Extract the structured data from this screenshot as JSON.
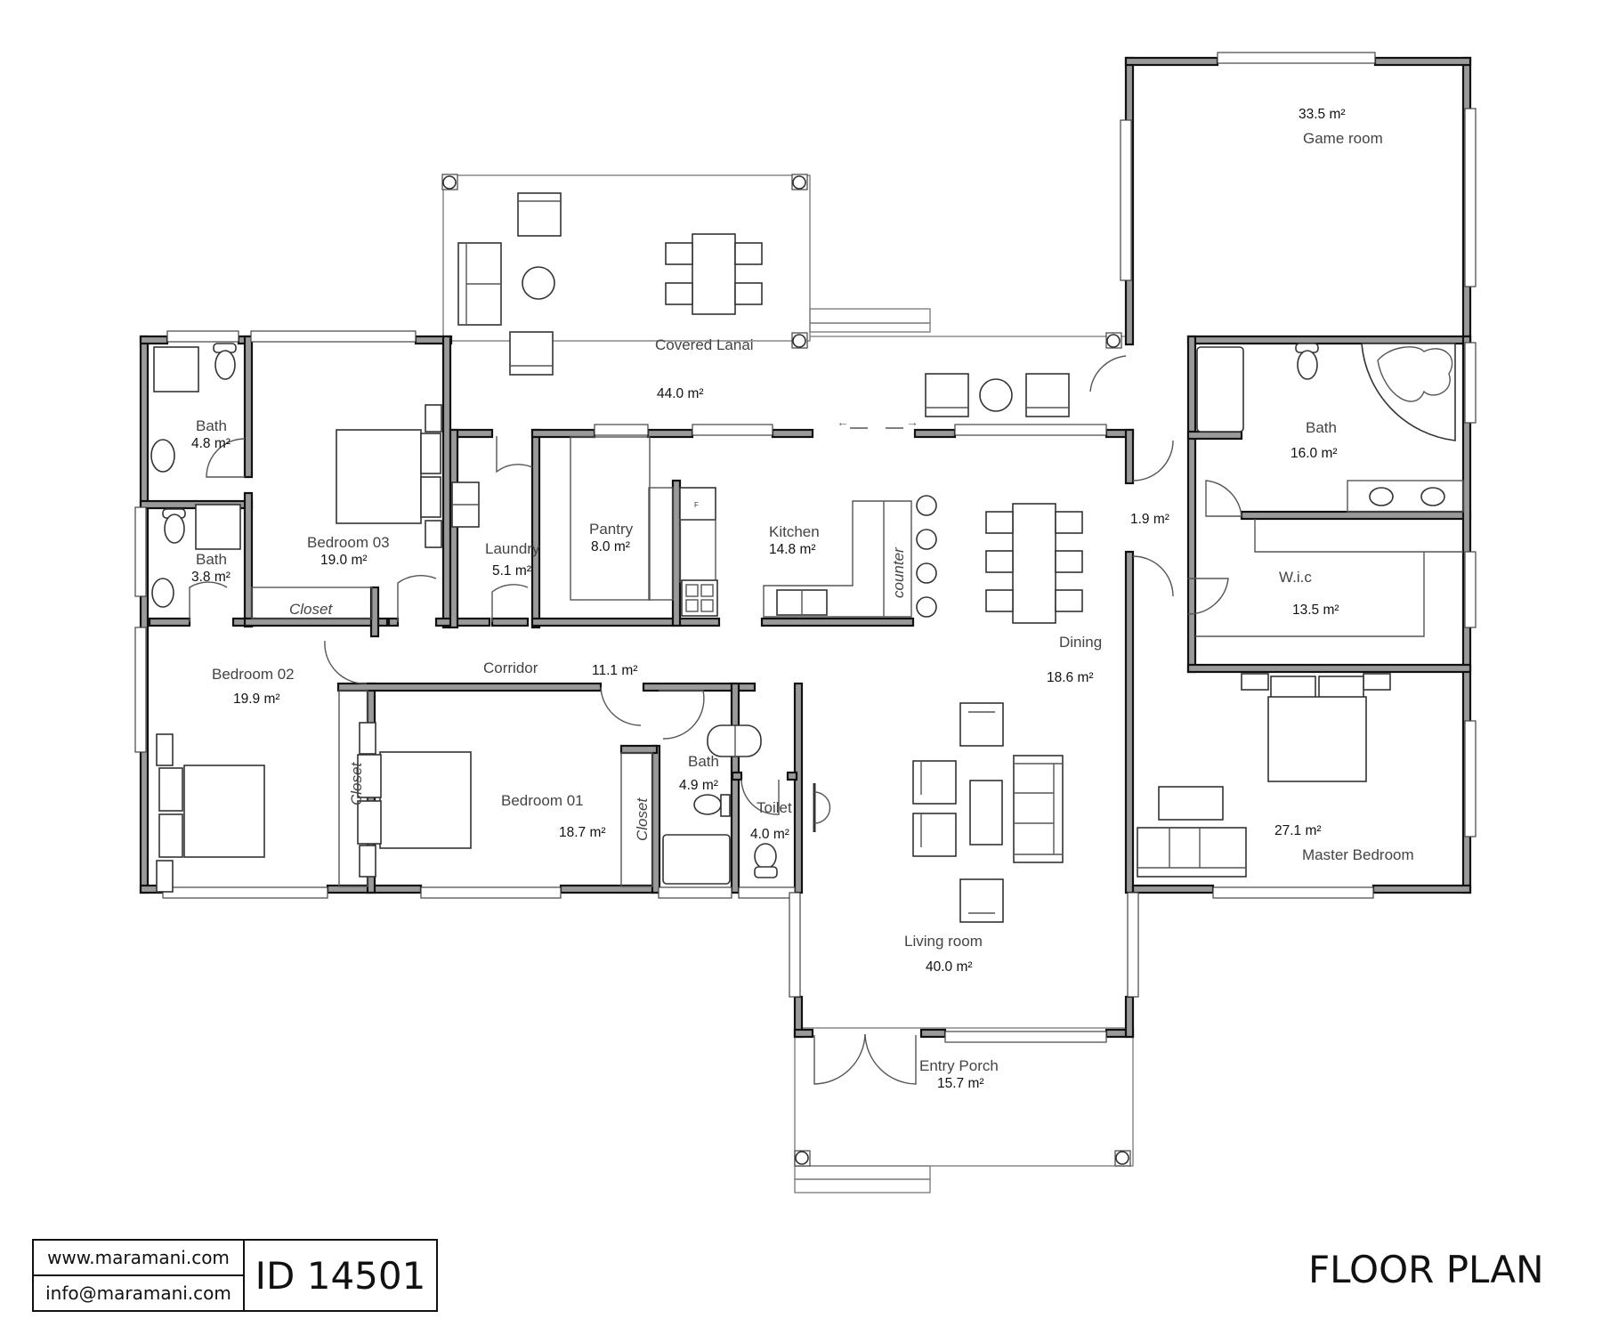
{
  "drawing": {
    "title": "FLOOR PLAN",
    "title_block": {
      "website": "www.maramani.com",
      "email": "info@maramani.com",
      "plan_id": "ID 14501"
    }
  },
  "rooms": {
    "game_room": {
      "name": "Game room",
      "area": "33.5 m²"
    },
    "covered_lanai": {
      "name": "Covered Lanai",
      "area": "44.0 m²"
    },
    "bath_a": {
      "name": "Bath",
      "area": "4.8 m²"
    },
    "bath_b": {
      "name": "Bath",
      "area": "3.8 m²"
    },
    "bedroom_03": {
      "name": "Bedroom 03",
      "area": "19.0 m²"
    },
    "closet_b3": {
      "name": "Closet"
    },
    "laundry": {
      "name": "Laundry",
      "area": "5.1 m²"
    },
    "pantry": {
      "name": "Pantry",
      "area": "8.0 m²"
    },
    "kitchen": {
      "name": "Kitchen",
      "area": "14.8 m²"
    },
    "counter": {
      "name": "counter"
    },
    "hall_small": {
      "area": "1.9 m²"
    },
    "master_bath": {
      "name": "Bath",
      "area": "16.0 m²"
    },
    "wic": {
      "name": "W.i.c",
      "area": "13.5 m²"
    },
    "dining": {
      "name": "Dining",
      "area": "18.6 m²"
    },
    "corridor": {
      "name": "Corridor",
      "area": "11.1 m²"
    },
    "bedroom_02": {
      "name": "Bedroom 02",
      "area": "19.9 m²"
    },
    "closet_b2": {
      "name": "Closet"
    },
    "bedroom_01": {
      "name": "Bedroom 01",
      "area": "18.7 m²"
    },
    "closet_b1": {
      "name": "Closet"
    },
    "bath_c": {
      "name": "Bath",
      "area": "4.9 m²"
    },
    "toilet": {
      "name": "Toilet",
      "area": "4.0 m²"
    },
    "master_bedroom": {
      "name": "Master Bedroom",
      "area": "27.1 m²"
    },
    "living_room": {
      "name": "Living room",
      "area": "40.0 m²"
    },
    "entry_porch": {
      "name": "Entry Porch",
      "area": "15.7 m²"
    }
  },
  "colors": {
    "wall_fill": "#9a9a9a",
    "wall_edge": "#111111",
    "line": "#555555",
    "background": "#ffffff"
  }
}
